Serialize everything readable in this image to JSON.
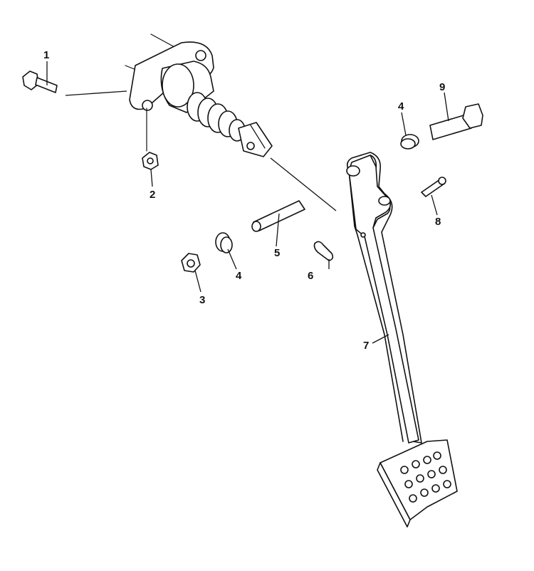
{
  "callouts": [
    {
      "id": "1",
      "label": "1"
    },
    {
      "id": "2",
      "label": "2"
    },
    {
      "id": "3",
      "label": "3"
    },
    {
      "id": "4a",
      "label": "4"
    },
    {
      "id": "4b",
      "label": "4"
    },
    {
      "id": "5",
      "label": "5"
    },
    {
      "id": "6",
      "label": "6"
    },
    {
      "id": "7",
      "label": "7"
    },
    {
      "id": "8",
      "label": "8"
    },
    {
      "id": "9",
      "label": "9"
    }
  ]
}
